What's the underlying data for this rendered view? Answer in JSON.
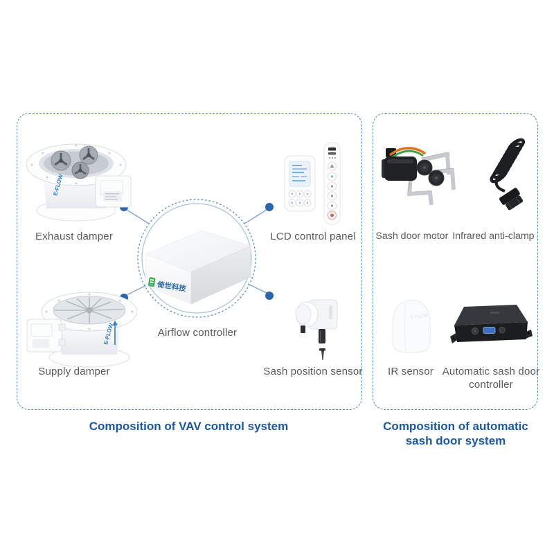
{
  "brand": {
    "controller_logo_text": "倚世科技",
    "damper_brand": "E-FLOW"
  },
  "vav_panel": {
    "title": "Composition of VAV control system",
    "items": {
      "exhaust_damper": "Exhaust damper",
      "lcd_control_panel": "LCD control panel",
      "airflow_controller": "Airflow controller",
      "supply_damper": "Supply damper",
      "sash_position_sensor": "Sash position sensor"
    }
  },
  "sash_panel": {
    "title": "Composition of automatic sash door system",
    "items": {
      "sash_door_motor": "Sash door motor",
      "infrared_anti_clamp": "Infrared anti-clamp",
      "ir_sensor": "IR sensor",
      "automatic_sash_door_controller": "Automatic sash door controller"
    }
  },
  "colors": {
    "panel_border": "#4a86c8",
    "title_blue": "#1c57a5",
    "label_gray": "#595a5c",
    "connector_dot": "#2a66ae",
    "connector_line": "#7fa8d6",
    "logo_green": "#3fae4c",
    "logo_blue": "#2468b0"
  }
}
